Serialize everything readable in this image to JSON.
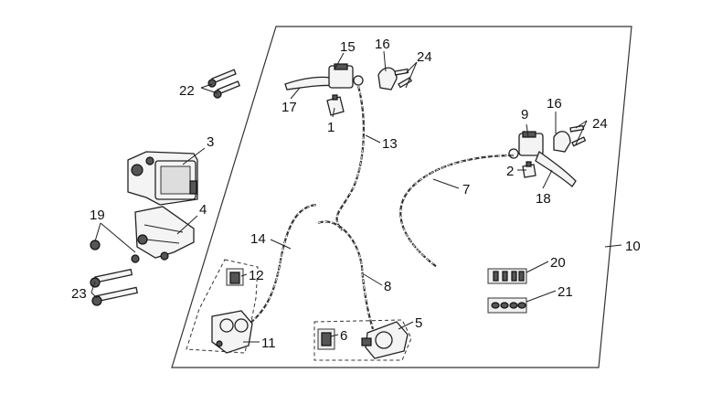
{
  "diagram": {
    "callouts": {
      "c1": "1",
      "c2": "2",
      "c3": "3",
      "c4": "4",
      "c5": "5",
      "c6": "6",
      "c7": "7",
      "c8": "8",
      "c9": "9",
      "c10": "10",
      "c11": "11",
      "c12": "12",
      "c13": "13",
      "c14": "14",
      "c15": "15",
      "c16a": "16",
      "c16b": "16",
      "c17": "17",
      "c18": "18",
      "c19": "19",
      "c20": "20",
      "c21": "21",
      "c22": "22",
      "c23": "23",
      "c24a": "24",
      "c24b": "24"
    }
  }
}
